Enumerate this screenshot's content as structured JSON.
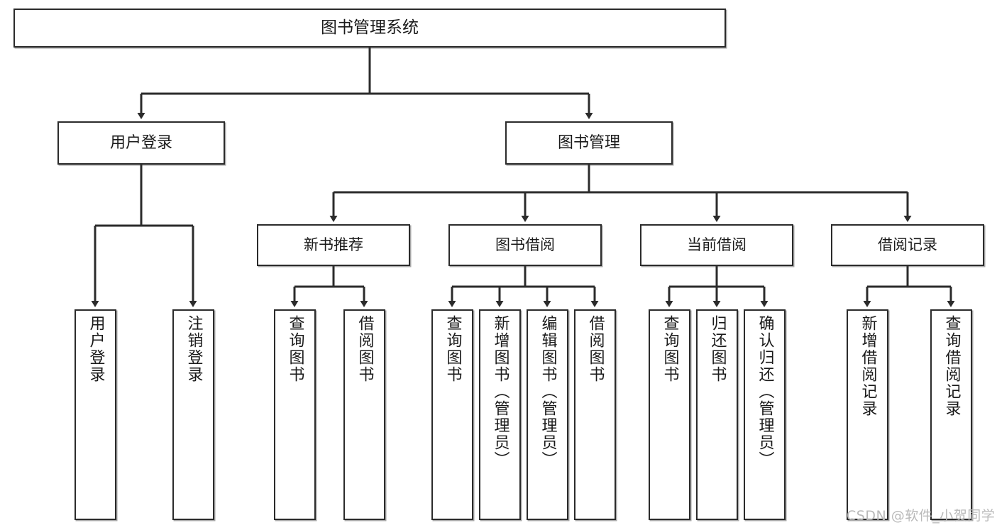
{
  "diagram": {
    "title": "图书管理系统",
    "watermark": "CSDN @软件_小贺同学",
    "colors": {
      "background": "#ffffff",
      "node_border": "#2b2b2b",
      "node_fill": "#ffffff",
      "connector": "#2b2b2b",
      "text": "#1a1a1a",
      "watermark": "#b9b9b9"
    },
    "nodes": {
      "root": {
        "label": "图书管理系统"
      },
      "level1": [
        {
          "label": "用户登录"
        },
        {
          "label": "图书管理"
        }
      ],
      "level2": [
        {
          "label": "新书推荐"
        },
        {
          "label": "图书借阅"
        },
        {
          "label": "当前借阅"
        },
        {
          "label": "借阅记录"
        }
      ],
      "leaves": {
        "user_login": [
          {
            "label": "用户登录"
          },
          {
            "label": "注销登录"
          }
        ],
        "new_book": [
          {
            "label": "查询图书"
          },
          {
            "label": "借阅图书"
          }
        ],
        "book_borrow": [
          {
            "label": "查询图书"
          },
          {
            "label": "新增图书（管理员）"
          },
          {
            "label": "编辑图书（管理员）"
          },
          {
            "label": "借阅图书"
          }
        ],
        "current_borrow": [
          {
            "label": "查询图书"
          },
          {
            "label": "归还图书"
          },
          {
            "label": "确认归还（管理员）"
          }
        ],
        "borrow_record": [
          {
            "label": "新增借阅记录"
          },
          {
            "label": "查询借阅记录"
          }
        ]
      }
    }
  }
}
